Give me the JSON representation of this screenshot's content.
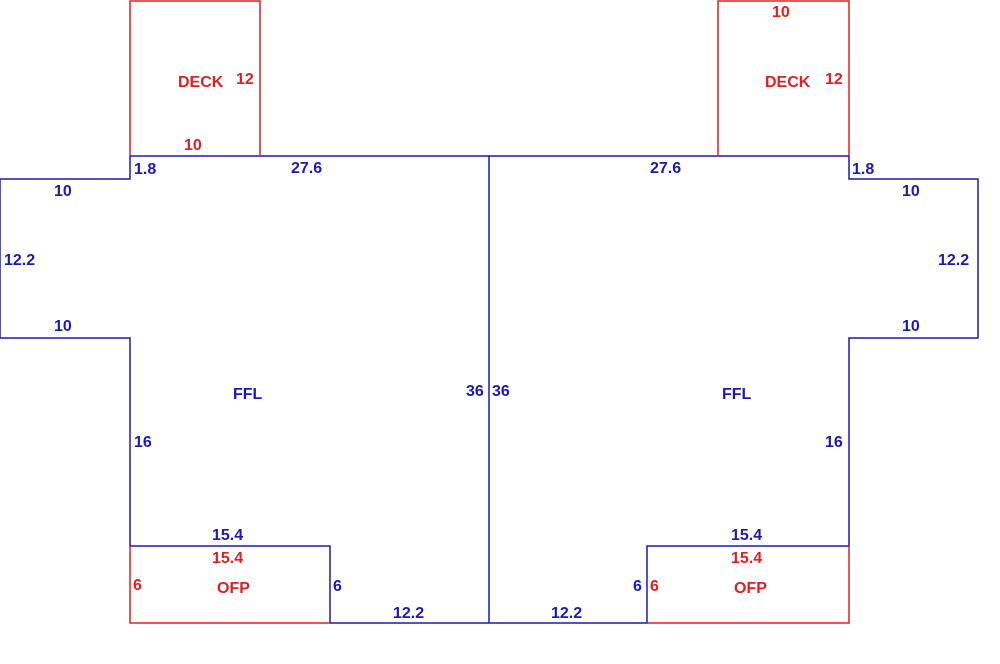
{
  "colors": {
    "living": "#1a1ab4",
    "exterior": "#e02020",
    "background": "#ffffff"
  },
  "areas": {
    "left_deck": "DECK",
    "right_deck": "DECK",
    "left_ffl": "FFL",
    "right_ffl": "FFL",
    "left_ofp": "OFP",
    "right_ofp": "OFP"
  },
  "dims_blue": {
    "l_top_small": "1.8",
    "l_top": "27.6",
    "r_top": "27.6",
    "r_top_small": "1.8",
    "l_wing_top": "10",
    "r_wing_top": "10",
    "l_wing_side": "12.2",
    "r_wing_side": "12.2",
    "l_wing_bottom": "10",
    "r_wing_bottom": "10",
    "l_party": "36",
    "r_party": "36",
    "l_side": "16",
    "r_side": "16",
    "l_ofp_top": "15.4",
    "r_ofp_top": "15.4",
    "l_step": "6",
    "r_step": "6",
    "l_bottom": "12.2",
    "r_bottom": "12.2"
  },
  "dims_red": {
    "l_deck_side": "12",
    "l_deck_bottom": "10",
    "r_deck_top": "10",
    "r_deck_side": "12",
    "l_ofp_top": "15.4",
    "r_ofp_top": "15.4",
    "l_ofp_side": "6",
    "r_ofp_side": "6"
  }
}
